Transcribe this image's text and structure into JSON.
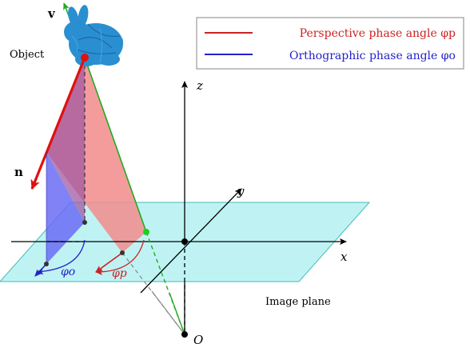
{
  "labels": {
    "object": "Object",
    "image_plane": "Image plane",
    "v": "v",
    "n": "n",
    "x": "x",
    "y": "y",
    "z": "z",
    "origin": "O",
    "phi_o": "φo",
    "phi_p": "φp"
  },
  "legend": {
    "perspective": "Perspective phase angle φp",
    "orthographic": "Orthographic phase angle φo"
  },
  "colors": {
    "perspective": "#cc2222",
    "orthographic": "#2222cc",
    "view_vector": "#22aa22",
    "image_plane_fill": "#bff3f3",
    "image_plane_stroke": "#44bbbb",
    "red_triangle": "#f08a8a",
    "blue_triangle": "#7777ff",
    "object": "#2a8fd0"
  },
  "icons": {
    "object_shape": "bunny-icon"
  }
}
